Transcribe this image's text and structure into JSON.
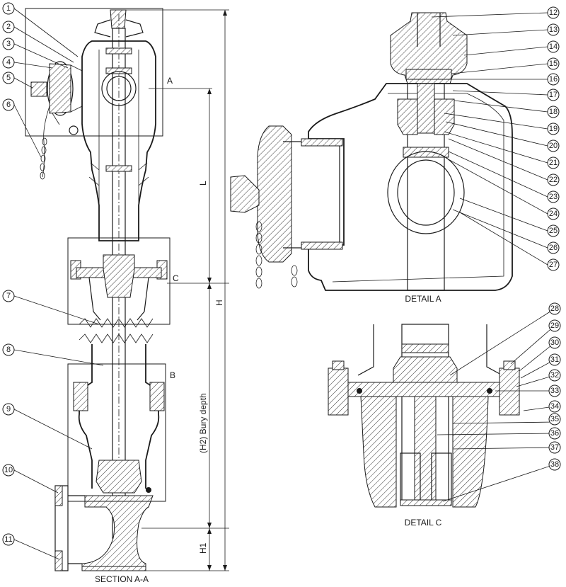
{
  "callouts": [
    "1",
    "2",
    "3",
    "4",
    "5",
    "6",
    "7",
    "8",
    "9",
    "10",
    "11",
    "12",
    "13",
    "14",
    "15",
    "16",
    "17",
    "18",
    "19",
    "20",
    "21",
    "22",
    "23",
    "24",
    "25",
    "26",
    "27",
    "28",
    "29",
    "30",
    "31",
    "32",
    "33",
    "34",
    "35",
    "36",
    "37",
    "38"
  ],
  "labels": {
    "box_a": "A",
    "box_b": "B",
    "box_c": "C",
    "dim_l": "L",
    "dim_h": "H",
    "dim_h1": "H1",
    "bury_depth": "(H2) Bury depth",
    "section": "SECTION A-A",
    "detail_a": "DETAIL A",
    "detail_c": "DETAIL C"
  }
}
